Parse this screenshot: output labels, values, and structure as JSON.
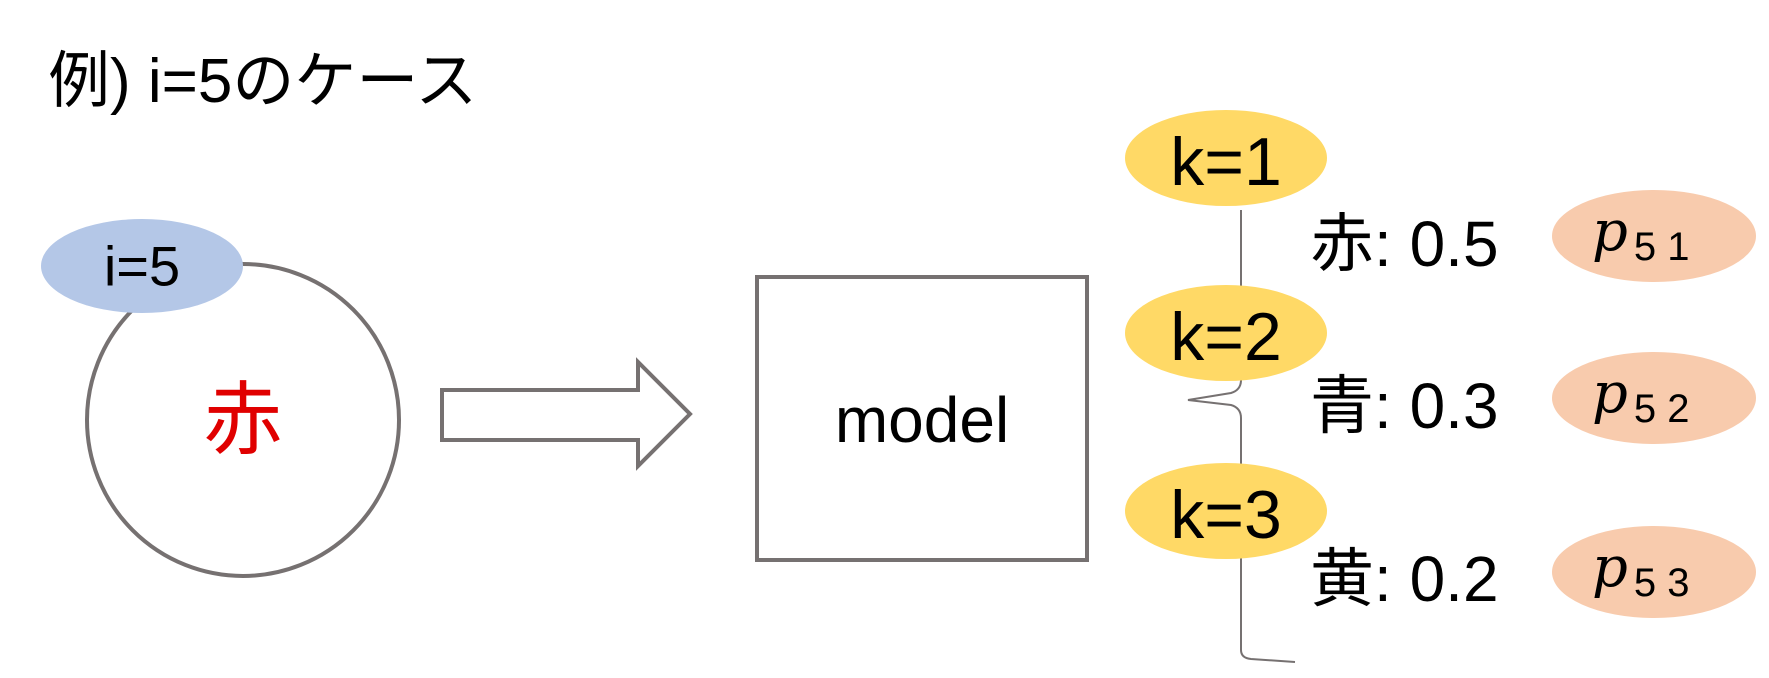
{
  "title": "例) i=5のケース",
  "input": {
    "index_label": "i=5",
    "color_char": "赤",
    "color_char_color": "#e00000"
  },
  "model": {
    "label": "model"
  },
  "outputs": [
    {
      "k_label": "k=1",
      "color_name": "赤",
      "prob_text": ": 0.5",
      "p_base": "p",
      "p_sub": "5 1"
    },
    {
      "k_label": "k=2",
      "color_name": "青",
      "prob_text": ": 0.3",
      "p_base": "p",
      "p_sub": "5 2"
    },
    {
      "k_label": "k=3",
      "color_name": "黄",
      "prob_text": ": 0.2",
      "p_base": "p",
      "p_sub": "5 3"
    }
  ],
  "colors": {
    "index_badge": "#b4c7e7",
    "k_badge": "#ffd966",
    "p_badge": "#f8cbad",
    "outline": "#767171"
  }
}
